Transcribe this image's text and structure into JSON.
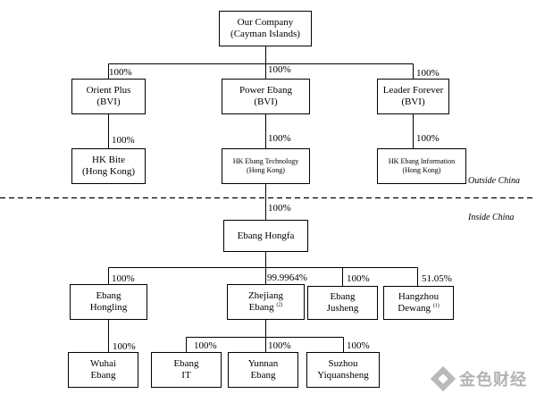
{
  "entities": {
    "our_company": {
      "line1": "Our Company",
      "line2": "(Cayman Islands)"
    },
    "orient_plus": {
      "line1": "Orient Plus",
      "line2": "(BVI)"
    },
    "power_ebang": {
      "line1": "Power Ebang",
      "line2": "(BVI)"
    },
    "leader_forever": {
      "line1": "Leader Forever",
      "line2": "(BVI)"
    },
    "hk_bite": {
      "line1": "HK Bite",
      "line2": "(Hong Kong)"
    },
    "hk_ebang_technology": {
      "line1": "HK Ebang Technology",
      "line2": "(Hong Kong)"
    },
    "hk_ebang_information": {
      "line1": "HK Ebang Information",
      "line2": "(Hong Kong)"
    },
    "ebang_hongfa": {
      "line1": "Ebang Hongfa"
    },
    "ebang_hongling": {
      "line1": "Ebang",
      "line2": "Hongling"
    },
    "zhejiang_ebang": {
      "line1": "Zhejiang",
      "line2": "Ebang",
      "note": "(2)"
    },
    "ebang_jusheng": {
      "line1": "Ebang",
      "line2": "Jusheng"
    },
    "hangzhou_dewang": {
      "line1": "Hangzhou",
      "line2": "Dewang",
      "note": "(1)"
    },
    "wuhai_ebang": {
      "line1": "Wuhai",
      "line2": "Ebang"
    },
    "ebang_it": {
      "line1": "Ebang",
      "line2": "IT"
    },
    "yunnan_ebang": {
      "line1": "Yunnan",
      "line2": "Ebang"
    },
    "suzhou_yiquansheng": {
      "line1": "Suzhou",
      "line2": "Yiquansheng"
    }
  },
  "ownership": {
    "orient_plus": "100%",
    "power_ebang": "100%",
    "leader_forever": "100%",
    "hk_bite": "100%",
    "hk_ebang_technology": "100%",
    "hk_ebang_information": "100%",
    "ebang_hongfa": "100%",
    "ebang_hongling": "100%",
    "zhejiang_ebang": "99.9964%",
    "ebang_jusheng": "100%",
    "hangzhou_dewang": "51.05%",
    "wuhai_ebang": "100%",
    "ebang_it": "100%",
    "yunnan_ebang": "100%",
    "suzhou_yiquansheng": "100%"
  },
  "regions": {
    "outside": "Outside China",
    "inside": "Inside China"
  },
  "watermark": {
    "text": "金色财经",
    "icon": "diamond-logo-icon"
  }
}
